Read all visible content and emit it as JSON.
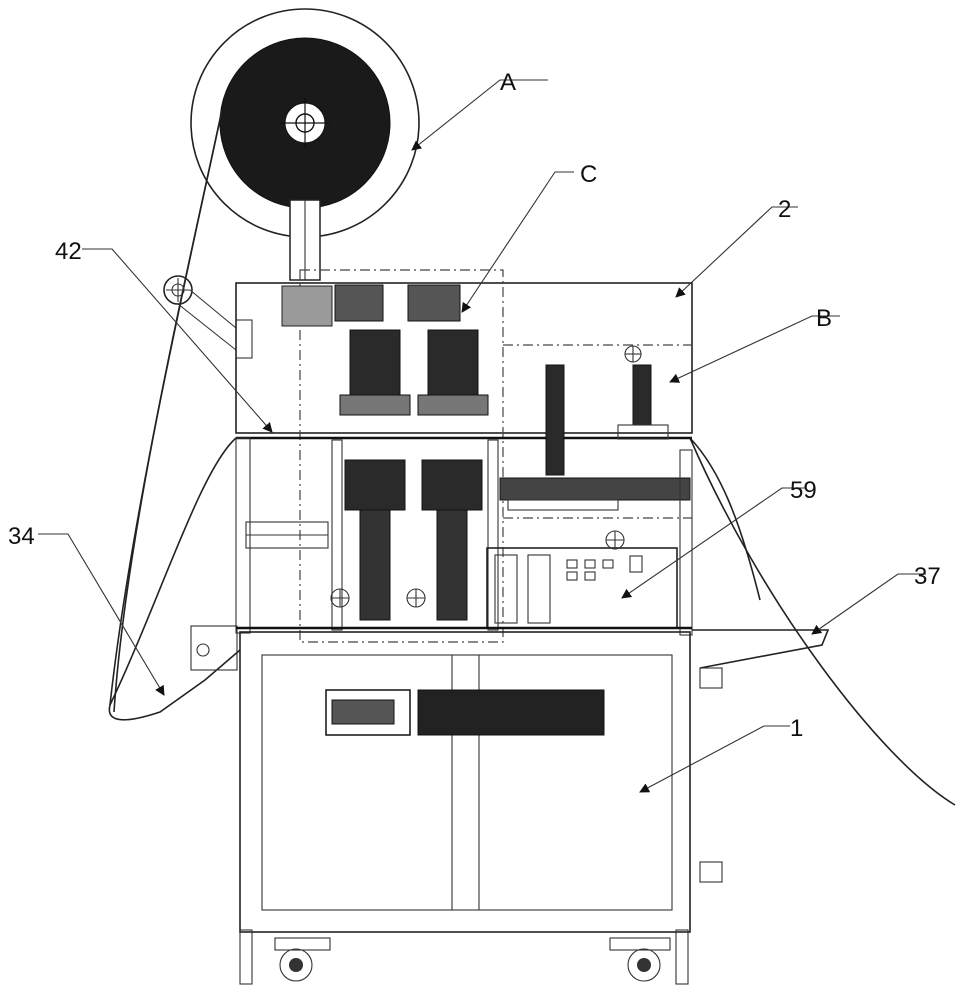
{
  "labels": {
    "A": "A",
    "B": "B",
    "C": "C",
    "n2": "2",
    "n42": "42",
    "n59": "59",
    "n34": "34",
    "n37": "37",
    "n1": "1"
  }
}
